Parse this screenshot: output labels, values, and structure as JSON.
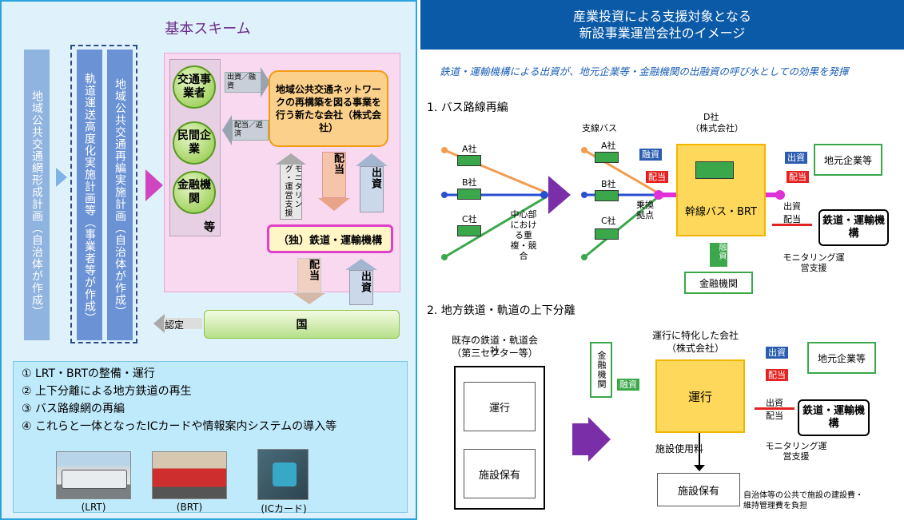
{
  "left": {
    "title": "基本スキーム",
    "plan1": "地域公共交通網形成計画（自治体が作成）",
    "plan2": "軌道運送高度化実施計画等（事業者等が作成）",
    "plan3": "地域公共交通再編実施計画（自治体が作成）",
    "entities": [
      "交通事業者",
      "民間企業",
      "金融機関"
    ],
    "etc": "等",
    "arrow_invest": "出資／融資",
    "arrow_dividend": "配当／返済",
    "new_company": "地域公共交通ネットワークの再構築を図る事業を行う新たな会社（株式会社）",
    "monitoring": "モニタリング・運営支援",
    "haito": "配当",
    "shusshi": "出資",
    "jrtt": "（独）鉄道・運輸機構",
    "country": "国",
    "nintei": "認定",
    "list": [
      "① LRT・BRTの整備・運行",
      "② 上下分離による地方鉄道の再生",
      "③ バス路線網の再編",
      "④ これらと一体となったICカードや情報案内システムの導入等"
    ],
    "photos": [
      "(LRT)",
      "(BRT)",
      "(ICカード)"
    ]
  },
  "right": {
    "header_line1": "産業投資による支援対象となる",
    "header_line2": "新設事業運営会社のイメージ",
    "note": "鉄道・運輸機構による出資が、地元企業等・金融機関の出融資の呼び水としての効果を発揮",
    "sec1": "1. バス路線再編",
    "companies": [
      "A社",
      "B社",
      "C社"
    ],
    "center_label": "中心部における重複・競合",
    "branch_bus": "支線バス",
    "d_company": "D社",
    "d_kabu": "（株式会社）",
    "transfer": "乗換拠点",
    "trunk": "幹線バス・BRT",
    "yuushi": "融資",
    "haito_tag": "配当",
    "shusshi_tag": "出資",
    "local_companies": "地元企業等",
    "jrtt": "鉄道・運輸機構",
    "monitoring": "モニタリング運営支援",
    "financial": "金融機関",
    "sec2": "2. 地方鉄道・軌道の上下分離",
    "existing": "既存の鉄道・軌道会社",
    "third_sector": "（第三セクター等）",
    "unkou": "運行",
    "shisetsu_hoyuu": "施設保有",
    "specialized": "運行に特化した会社",
    "kabu2": "（株式会社）",
    "facility_fee": "施設使用料",
    "public_note": "自治体等の公共で施設の建設費・維持管理費を負担",
    "fin_vertical": "金融機関"
  }
}
